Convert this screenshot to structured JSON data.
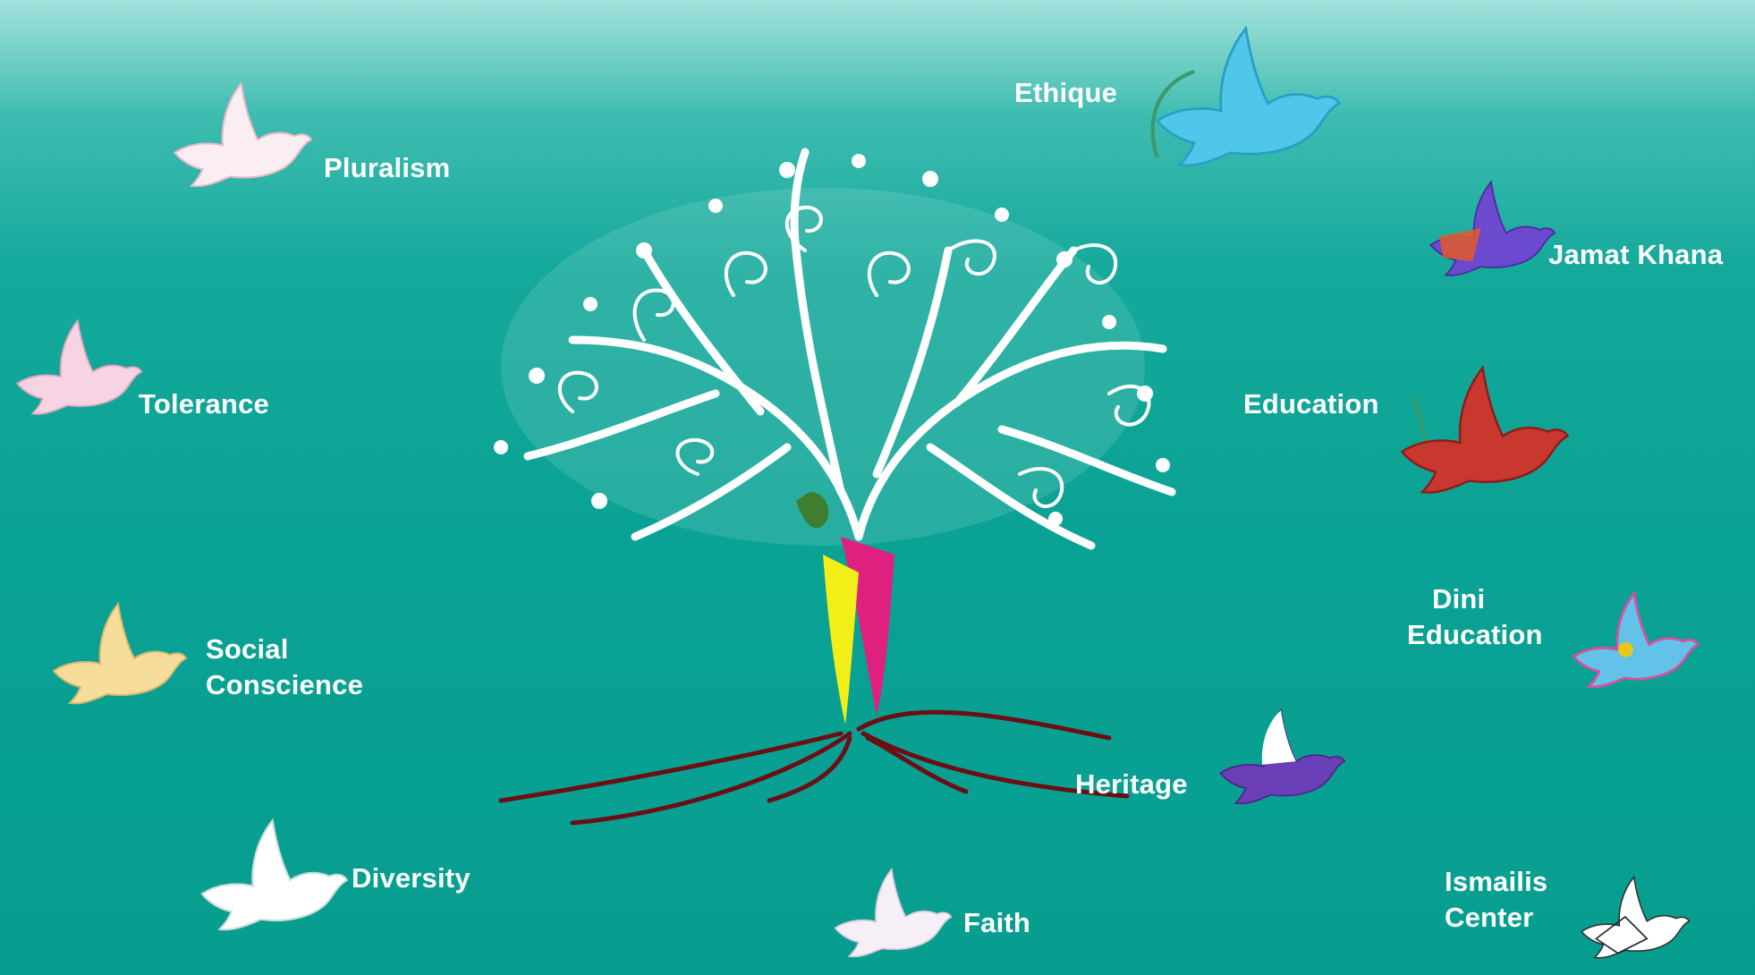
{
  "labels": {
    "pluralism": "Pluralism",
    "tolerance": "Tolerance",
    "social_line1": "Social",
    "social_line2": "Conscience",
    "diversity": "Diversity",
    "ethique": "Ethique",
    "jamat_khana": "Jamat Khana",
    "education": "Education",
    "dini_line1": "Dini",
    "dini_line2": "Education",
    "heritage": "Heritage",
    "faith": "Faith",
    "ismailis_line1": "Ismailis",
    "ismailis_line2": "Center"
  },
  "colors": {
    "background_top": "#a3e2dc",
    "background_main": "#0aa294",
    "tree": "#ffffff",
    "roots": "#6b0f14",
    "label_text": "#ffffff"
  },
  "icons": [
    "tree-icon",
    "dove-icon"
  ]
}
